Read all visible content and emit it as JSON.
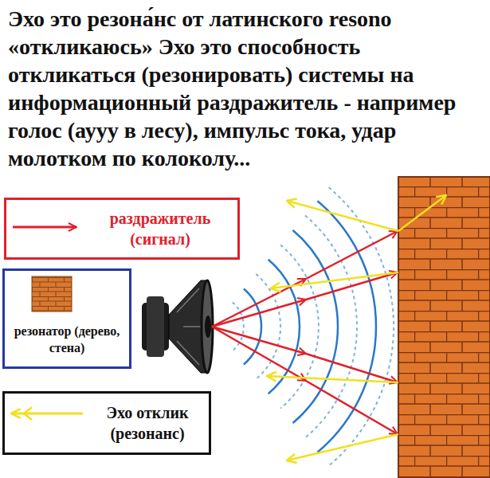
{
  "diagram": {
    "title": "Эхо это резона́нс от латинского resono «откликаюсь» Эхо это способность откликаться (резонировать) системы на информационный раздражитель - например голос (аууу в лесу), импульс тока, удар молотком по колоколу...",
    "nodes": [
      {
        "text": [
          "раздражитель (сигнал)"
        ]
      },
      {
        "text": [
          "резонатор (дерево, стена)"
        ]
      },
      {
        "text": [
          "Эхо отклик (резонанс)"
        ]
      }
    ]
  }
}
